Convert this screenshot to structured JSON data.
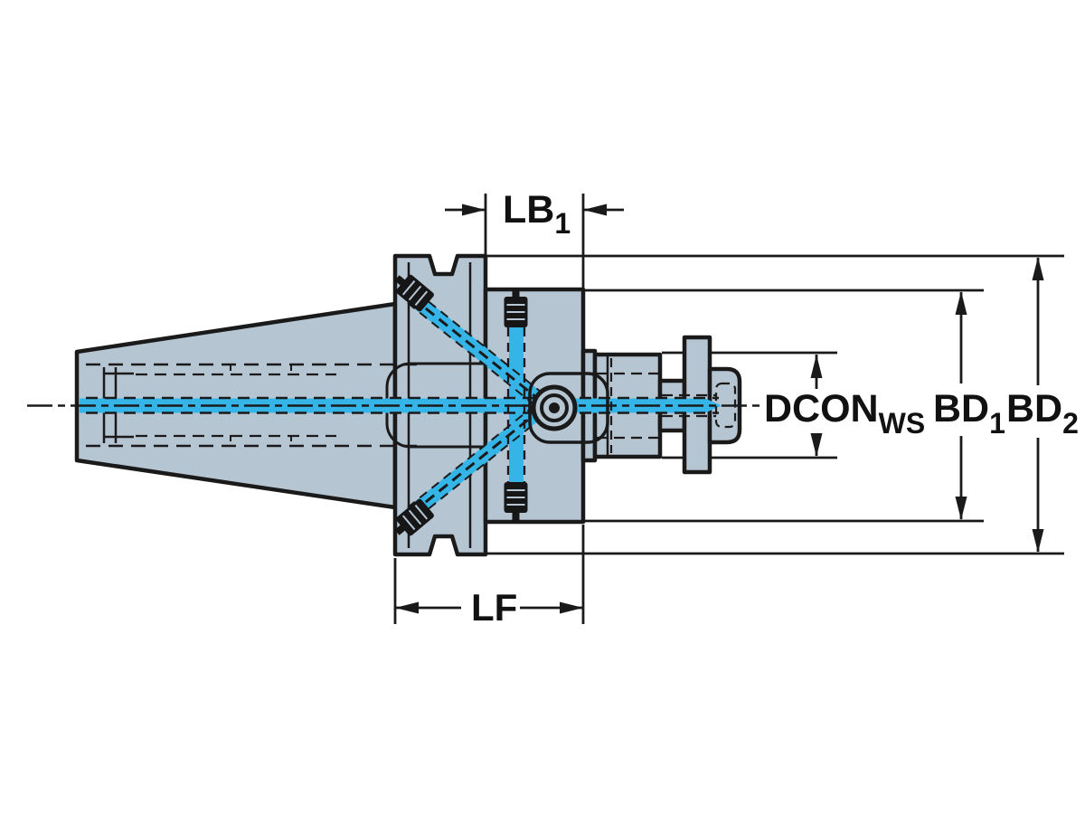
{
  "drawing": {
    "title": "Milling adapter tool holder cross-section drawing",
    "colors": {
      "background": "#ffffff",
      "body_fill": "#b6c5d2",
      "coolant_cyan": "#35b5e7",
      "outline_black": "#1a1a1a",
      "text_black": "#111111"
    },
    "dimensions": {
      "lb1": {
        "base": "LB",
        "sub": "1"
      },
      "lf": {
        "base": "LF"
      },
      "dcon": {
        "base": "DCON",
        "sub": "WS"
      },
      "bd1": {
        "base": "BD",
        "sub": "1"
      },
      "bd2": {
        "base": "BD",
        "sub": "2"
      }
    }
  }
}
